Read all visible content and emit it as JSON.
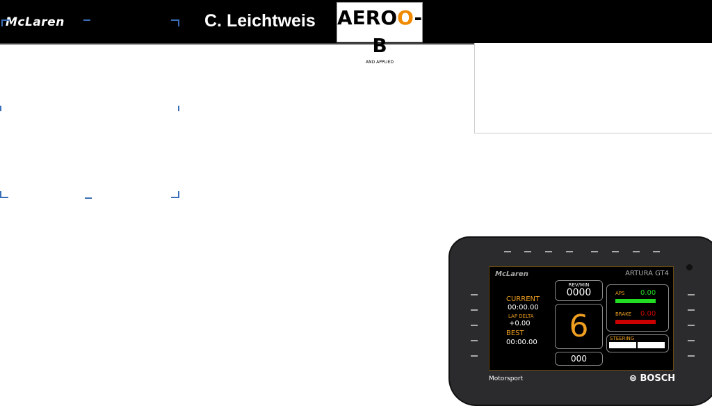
{
  "header": {
    "brand": "McLaren",
    "driver": "C. Leichtweis",
    "sponsor_main": "AERO",
    "sponsor_o": "O",
    "sponsor_end": "-B",
    "sponsor_sub": "AND APPLIED"
  },
  "dash": {
    "brand": "McLaren",
    "model": "ARTURA GT4",
    "rev_label": "REV/MIN",
    "rev": "0000",
    "gear": "6",
    "speed": "000",
    "current_label": "CURRENT",
    "current": "00:00.00",
    "delta_label": "LAP DELTA",
    "delta": "+0.00",
    "best_label": "BEST",
    "best": "00:00.00",
    "aps_label": "APS",
    "aps": "0.00",
    "brake_label": "BRAKE",
    "brake": "0.00",
    "steering_label": "STEERING",
    "footer_left": "Motorsport",
    "footer_right": "BOSCH"
  },
  "colors": {
    "accent": "#f0a020",
    "aps": "#22dd22",
    "brake": "#cc0000",
    "bracket": "#3a6fb8"
  }
}
